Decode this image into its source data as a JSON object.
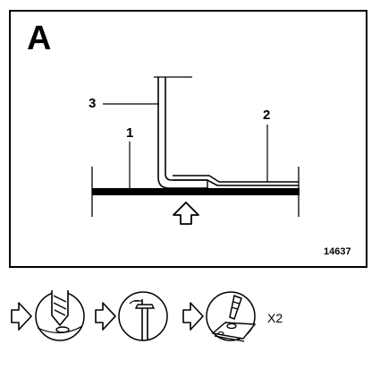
{
  "figure": {
    "panel_letter": "A",
    "callouts": {
      "c1": "1",
      "c2": "2",
      "c3": "3"
    },
    "reference_number": "14637"
  },
  "steps": {
    "multiplier": "X2"
  },
  "colors": {
    "ink": "#000000",
    "paper": "#ffffff"
  },
  "icons": [
    "arrow-right-icon",
    "drill-icon",
    "rivet-icon",
    "rivet-gun-icon",
    "arrow-up-icon"
  ]
}
